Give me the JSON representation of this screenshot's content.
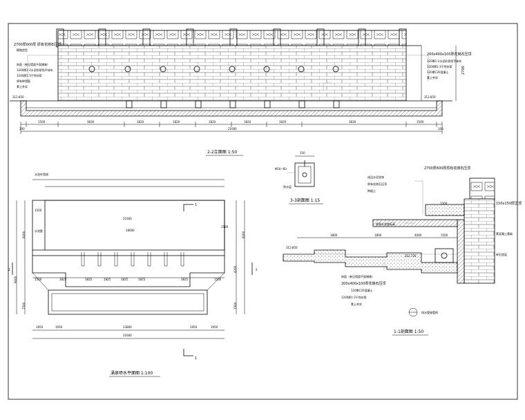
{
  "elevation": {
    "title": "2-2立面图 1:50",
    "left_label": "2700厚600厚 原有花岗石压顶",
    "left_label2": "植物造型",
    "left_notes": [
      "饰面（参见墙面平面铺装）",
      "1200厚1:2水泥砂浆找平抹灰",
      "1200厚1:3干性砂浆",
      "原有砖墙面",
      "素土夯实"
    ],
    "left_level": "312.850",
    "right_level": "312.850",
    "right_notes": [
      "200x400x100厚花岗石压顶",
      "120厚1:2水泥砂浆找平抹灰",
      "1200厚1:3干性砂浆",
      "120厚C20混凝土",
      "素土夯实"
    ],
    "height_dim": "2700",
    "dims": [
      "100",
      "1500",
      "3830",
      "1820",
      "1820",
      "1820",
      "1820",
      "1820",
      "3830",
      "1500",
      "100"
    ],
    "total_dim": "21600"
  },
  "plan": {
    "title": "涌泉喷水平面图 1:100",
    "top_label": "水池外墙线",
    "left_label": "水池壁",
    "top_dim": "21600",
    "inner_dim": "18600",
    "left_dims_top": "1500",
    "side_dims": [
      "9000",
      "6000",
      "1500"
    ],
    "right_dims": [
      "6000",
      "4200",
      "1500",
      "1500"
    ],
    "mid_dims": [
      "1500",
      "3825",
      "1825",
      "1825",
      "1825",
      "1825",
      "3825",
      "1500"
    ],
    "bottom_dims": [
      "1950",
      "1950",
      "13800",
      "1950",
      "1950"
    ],
    "bottom_total": "21600",
    "section_mark": "1",
    "side_mark": "2"
  },
  "detail3": {
    "title": "3-3剖面图 1:15",
    "dim_top": "150",
    "label_left": "Φ50~60",
    "label_bottom": "防水层"
  },
  "section": {
    "title": "1-1剖面图 1:50",
    "top_labels": [
      "成品水泥花钵",
      "原有花岗石压顶",
      "种植土"
    ],
    "dim_270": "2700厚600厚原有花岗石压顶",
    "dims": [
      "1500",
      "1800",
      "1800",
      "4000",
      "1500"
    ],
    "levels": [
      "312.850",
      "312.720"
    ],
    "right_notes": [
      "150x150厚压顶",
      "素混凝土基础",
      "碎石垫层"
    ],
    "bottom_notes": [
      "饰面（参见墙面平面铺装）",
      "200x400x100厚花岗石压顶",
      "120厚C20混凝土",
      "1200厚1:3干性砂浆",
      "素土夯实"
    ],
    "mid_label": "喷泉水池底标高",
    "note_bubble": "排水管接管网"
  }
}
